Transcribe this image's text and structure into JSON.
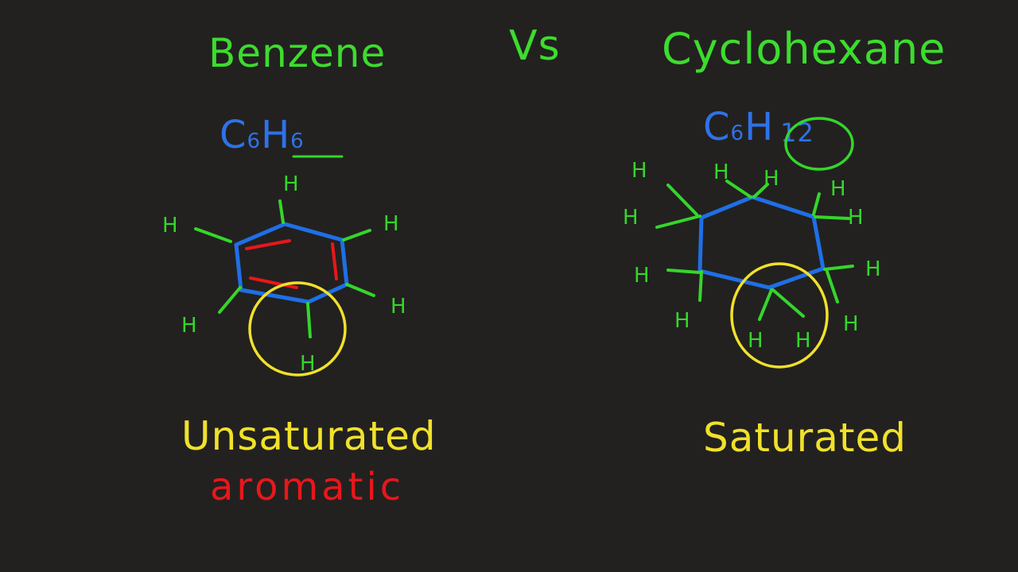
{
  "colors": {
    "background": "#222120",
    "title_green": "#3ddc2e",
    "atom_green": "#35d62a",
    "bond_blue": "#1f6fe6",
    "formula_blue": "#2e72e8",
    "highlight_yellow": "#f1e12a",
    "aromatic_red": "#e8171a"
  },
  "header": {
    "left_title": "Benzene",
    "vs_label": "Vs",
    "right_title": "Cyclohexane"
  },
  "benzene": {
    "formula": {
      "carbon": "C",
      "carbon_count": "6",
      "hydrogen": "H",
      "hydrogen_count": "6"
    },
    "hydrogen_label": "H",
    "hydrogen_atoms": 6,
    "classification": "Unsaturated",
    "subclass": "aromatic"
  },
  "cyclohexane": {
    "formula": {
      "carbon": "C",
      "carbon_count": "6",
      "hydrogen": "H",
      "hydrogen_count": "12"
    },
    "hydrogen_label": "H",
    "hydrogen_atoms": 12,
    "classification": "Saturated"
  }
}
